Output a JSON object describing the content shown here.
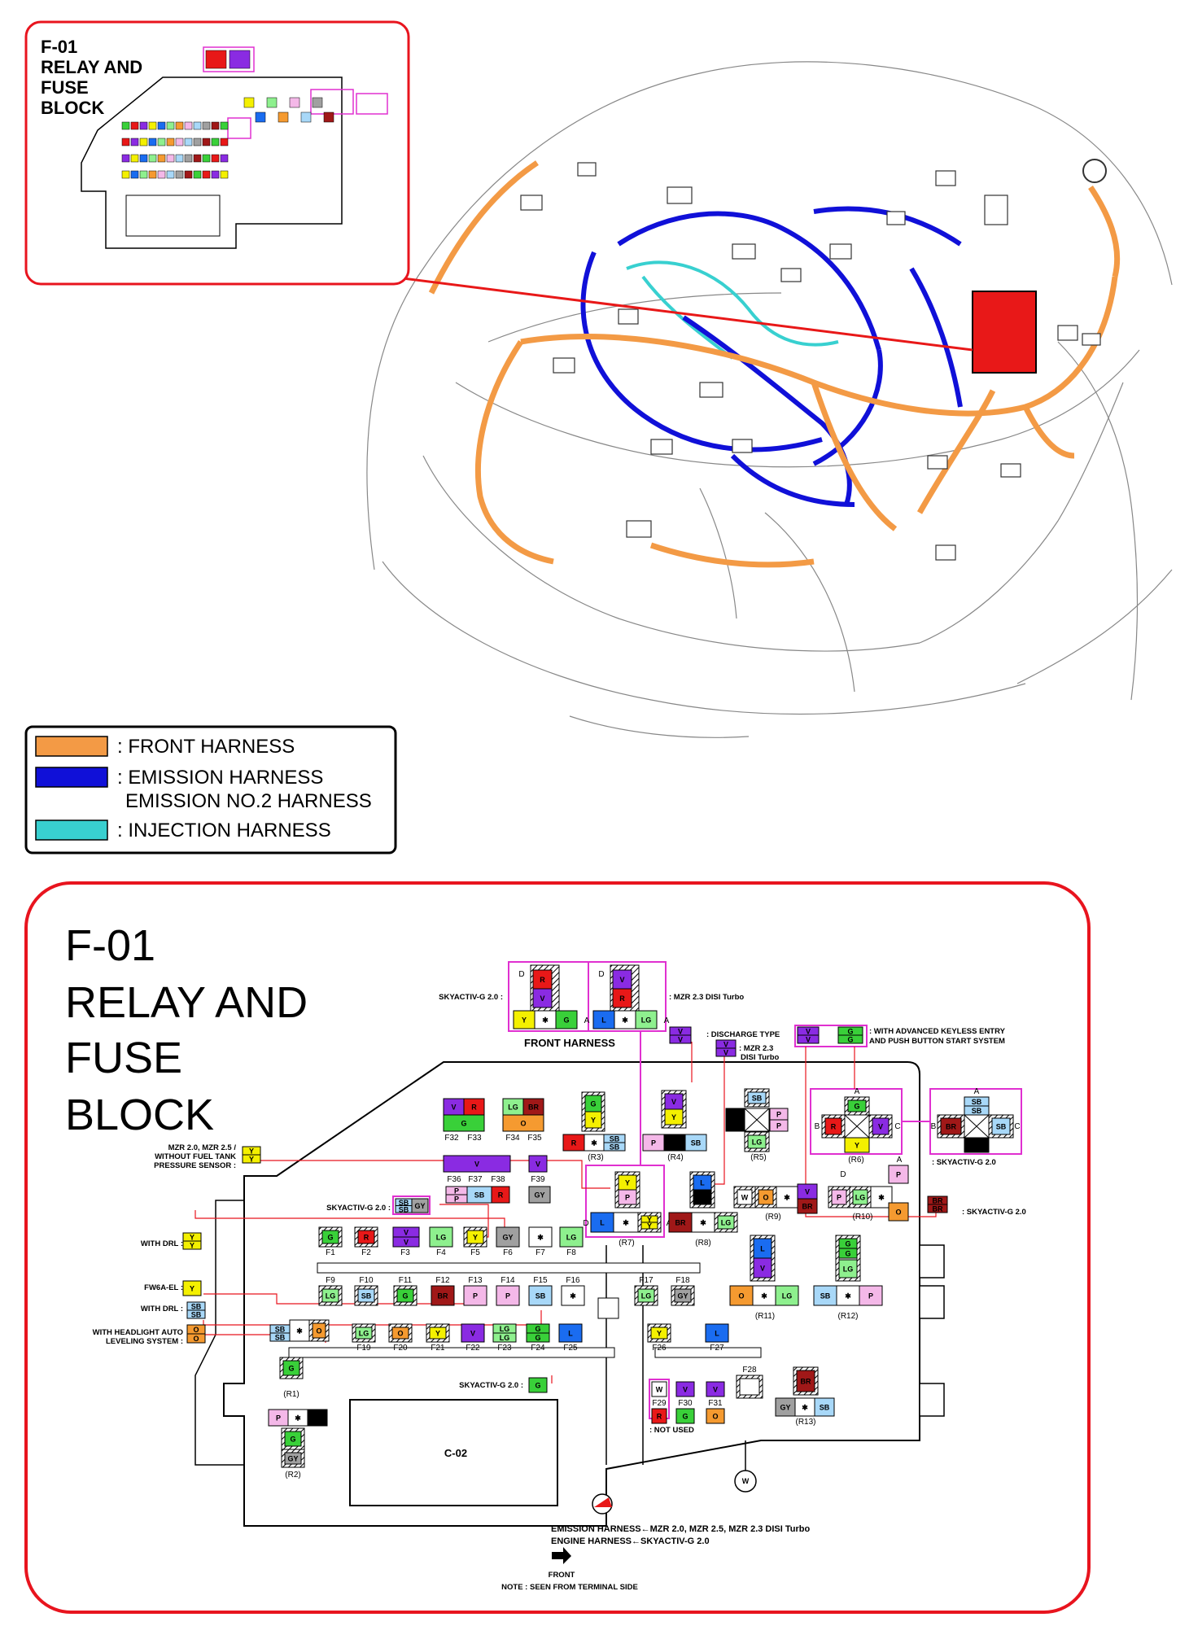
{
  "inset": {
    "title": [
      "F-01",
      "RELAY AND",
      "FUSE",
      "BLOCK"
    ]
  },
  "legend": {
    "items": [
      {
        "label": ": FRONT HARNESS",
        "color": "#f39a45"
      },
      {
        "label": ": EMISSION HARNESS",
        "label2": "EMISSION NO.2 HARNESS",
        "color": "#1010d8"
      },
      {
        "label": ": INJECTION HARNESS",
        "color": "#38d0d0"
      }
    ]
  },
  "detail": {
    "title": [
      "F-01",
      "RELAY AND",
      "FUSE",
      "BLOCK"
    ],
    "top_connectors": {
      "left_label": "SKYACTIV-G 2.0 :",
      "right_label": ": MZR 2.3 DISI Turbo",
      "caption": "FRONT HARNESS",
      "pin_d": "D",
      "pin_a": "A"
    },
    "callouts": {
      "discharge": ": DISCHARGE TYPE",
      "mzr23": ": MZR 2.3",
      "mzr23b": "DISI Turbo",
      "keyless1": ": WITH ADVANCED KEYLESS ENTRY",
      "keyless2": "AND PUSH BUTTON START SYSTEM",
      "sky_r6": ": SKYACTIV-G 2.0",
      "sky_r10": ": SKYACTIV-G 2.0",
      "sky_f36": "SKYACTIV-G 2.0 :",
      "sky_f24": "SKYACTIV-G 2.0 :",
      "mzr_fuel1": "MZR 2.0, MZR 2.5 /",
      "mzr_fuel2": "WITHOUT FUEL TANK",
      "mzr_fuel3": "PRESSURE SENSOR :",
      "drl1": "WITH DRL :",
      "fw6a": "FW6A-EL :",
      "drl2": "WITH DRL :",
      "hl1": "WITH HEADLIGHT AUTO",
      "hl2": "LEVELING SYSTEM :",
      "not_used": ": NOT USED",
      "c02": "C-02"
    },
    "footer": {
      "line1": "EMISSION HARNESS←MZR 2.0, MZR 2.5, MZR 2.3 DISI Turbo",
      "line2": "ENGINE HARNESS←SKYACTIV-G 2.0",
      "front": "FRONT",
      "note": "NOTE : SEEN FROM TERMINAL SIDE"
    },
    "fuses_top": [
      "F32",
      "F33",
      "F34",
      "F35",
      "F36",
      "F37",
      "F38",
      "F39"
    ],
    "fuses_row1": [
      "F1",
      "F2",
      "F3",
      "F4",
      "F5",
      "F6",
      "F7",
      "F8"
    ],
    "fuses_row2": [
      "F9",
      "F10",
      "F11",
      "F12",
      "F13",
      "F14",
      "F15",
      "F16",
      "F17",
      "F18"
    ],
    "fuses_row3": [
      "F19",
      "F20",
      "F21",
      "F22",
      "F23",
      "F24",
      "F25",
      "F26",
      "F27"
    ],
    "fuses_misc": [
      "F28",
      "F29",
      "F30",
      "F31"
    ],
    "relays": [
      "(R1)",
      "(R2)",
      "(R3)",
      "(R4)",
      "(R5)",
      "(R6)",
      "(R7)",
      "(R8)",
      "(R9)",
      "(R10)",
      "(R11)",
      "(R12)",
      "(R13)"
    ]
  },
  "colors": {
    "frame_red": "#e8141e",
    "magenta": "#e030d0",
    "orange_harness": "#f39a45",
    "blue_harness": "#1010d8",
    "cyan_harness": "#38d0d0"
  },
  "wire_codes": {
    "G": "#39d039",
    "R": "#e81818",
    "V": "#8a2be2",
    "Y": "#f4f000",
    "L": "#1a6cf0",
    "LG": "#8ef08e",
    "O": "#f59a30",
    "BR": "#a01818",
    "P": "#f4b8e8",
    "SB": "#a8d8f8",
    "GY": "#a0a0a0",
    "W": "#ffffff",
    "B": "#000000"
  }
}
